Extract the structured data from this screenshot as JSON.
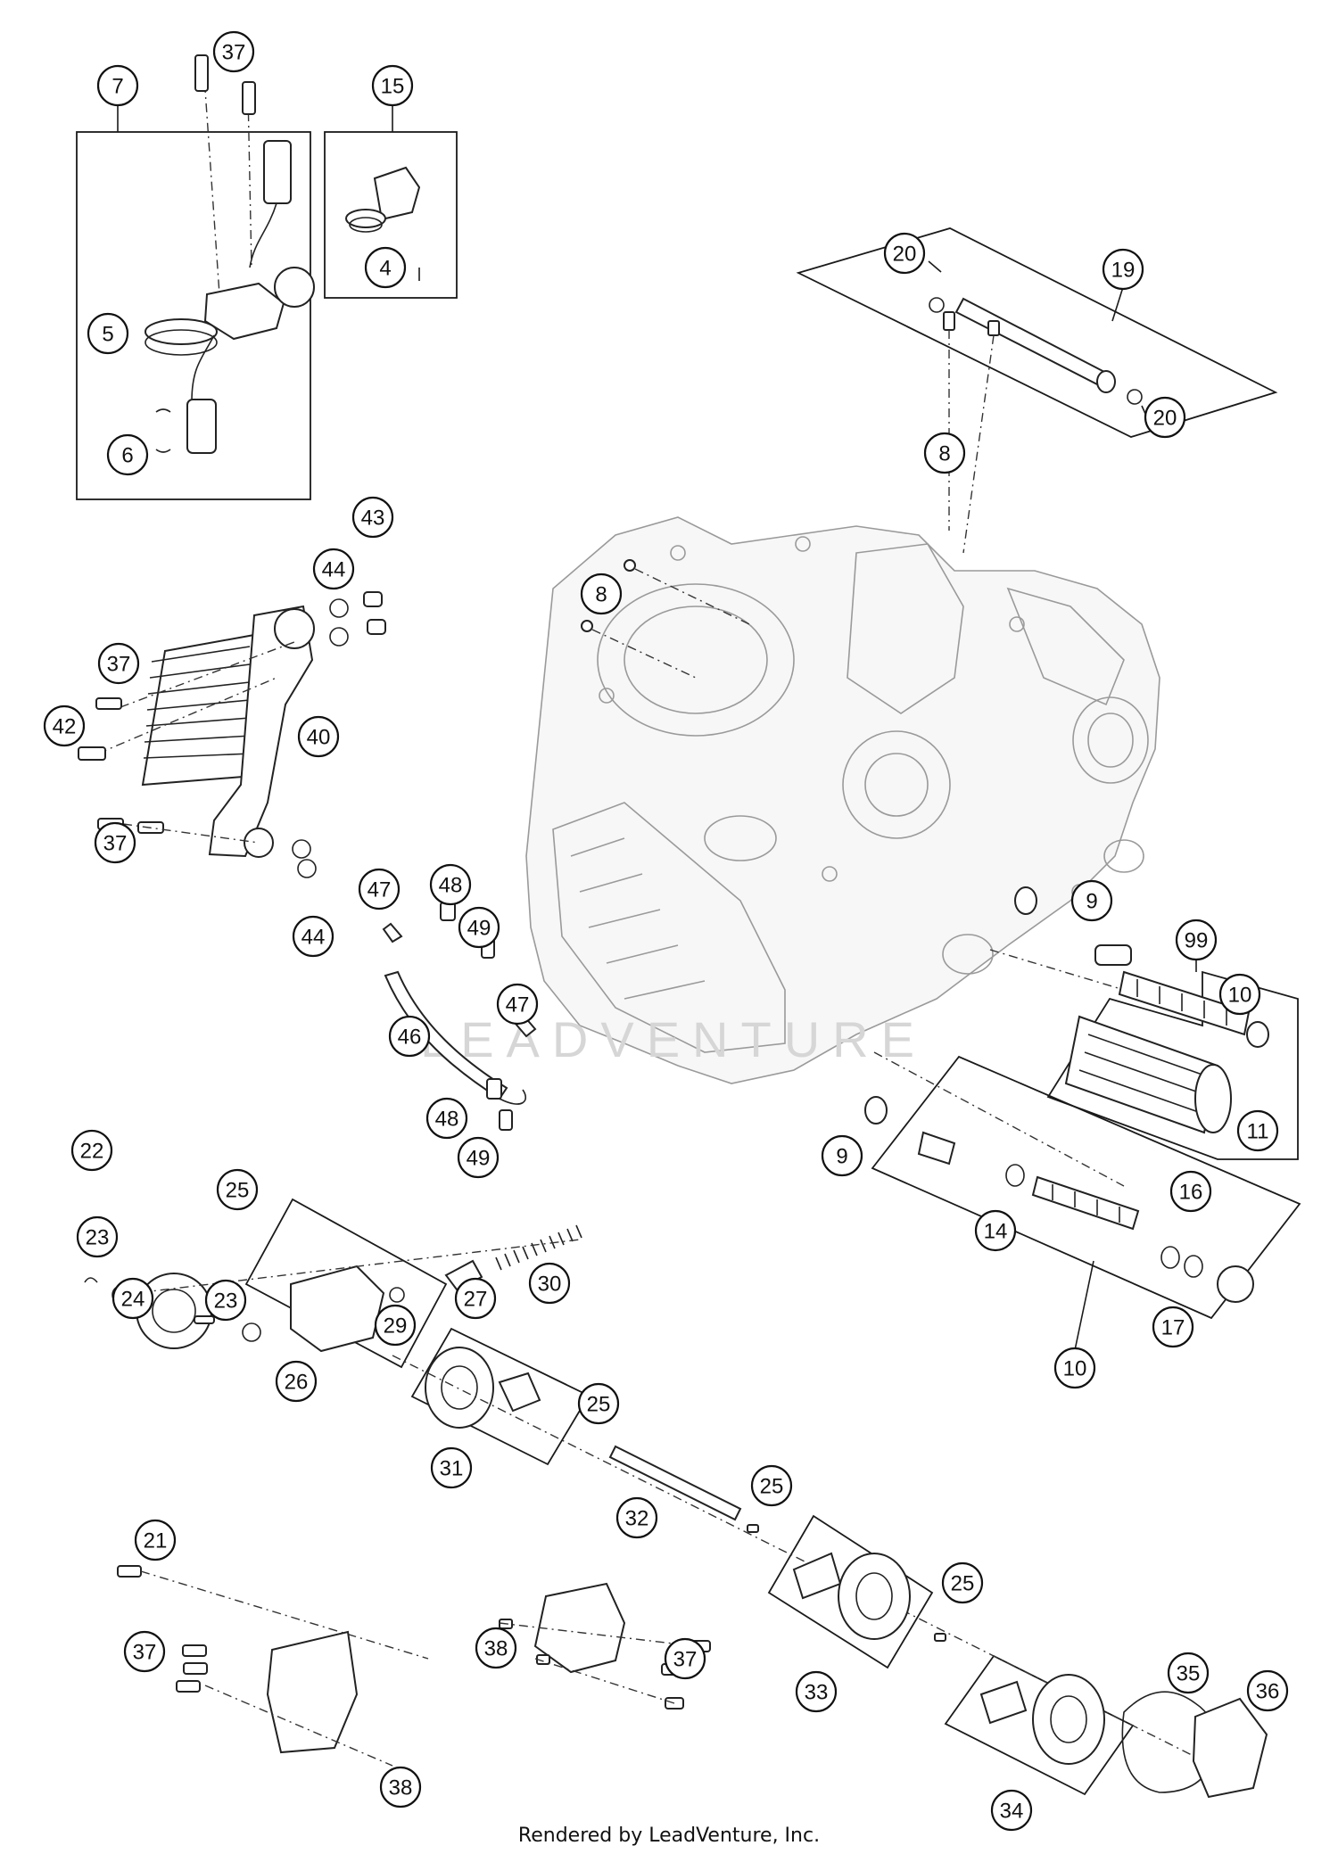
{
  "watermark": "LEADVENTURE",
  "footer": "Rendered by LeadVenture, Inc.",
  "callouts": [
    {
      "id": "7",
      "label": "7"
    },
    {
      "id": "37a",
      "label": "37"
    },
    {
      "id": "15",
      "label": "15"
    },
    {
      "id": "4",
      "label": "4"
    },
    {
      "id": "5",
      "label": "5"
    },
    {
      "id": "6",
      "label": "6"
    },
    {
      "id": "19",
      "label": "19"
    },
    {
      "id": "20a",
      "label": "20"
    },
    {
      "id": "20b",
      "label": "20"
    },
    {
      "id": "8a",
      "label": "8"
    },
    {
      "id": "8b",
      "label": "8"
    },
    {
      "id": "44a",
      "label": "44"
    },
    {
      "id": "43",
      "label": "43"
    },
    {
      "id": "37b",
      "label": "37"
    },
    {
      "id": "42",
      "label": "42"
    },
    {
      "id": "40",
      "label": "40"
    },
    {
      "id": "37c",
      "label": "37"
    },
    {
      "id": "44b",
      "label": "44"
    },
    {
      "id": "47a",
      "label": "47"
    },
    {
      "id": "48a",
      "label": "48"
    },
    {
      "id": "49a",
      "label": "49"
    },
    {
      "id": "46",
      "label": "46"
    },
    {
      "id": "47b",
      "label": "47"
    },
    {
      "id": "48b",
      "label": "48"
    },
    {
      "id": "49b",
      "label": "49"
    },
    {
      "id": "9a",
      "label": "9"
    },
    {
      "id": "99",
      "label": "99"
    },
    {
      "id": "10a",
      "label": "10"
    },
    {
      "id": "11",
      "label": "11"
    },
    {
      "id": "9b",
      "label": "9"
    },
    {
      "id": "14",
      "label": "14"
    },
    {
      "id": "16",
      "label": "16"
    },
    {
      "id": "17",
      "label": "17"
    },
    {
      "id": "10b",
      "label": "10"
    },
    {
      "id": "22",
      "label": "22"
    },
    {
      "id": "23a",
      "label": "23"
    },
    {
      "id": "25a",
      "label": "25"
    },
    {
      "id": "24",
      "label": "24"
    },
    {
      "id": "23b",
      "label": "23"
    },
    {
      "id": "27",
      "label": "27"
    },
    {
      "id": "30",
      "label": "30"
    },
    {
      "id": "29",
      "label": "29"
    },
    {
      "id": "26",
      "label": "26"
    },
    {
      "id": "25b",
      "label": "25"
    },
    {
      "id": "31",
      "label": "31"
    },
    {
      "id": "32",
      "label": "32"
    },
    {
      "id": "25c",
      "label": "25"
    },
    {
      "id": "21",
      "label": "21"
    },
    {
      "id": "37d",
      "label": "37"
    },
    {
      "id": "38a",
      "label": "38"
    },
    {
      "id": "37e",
      "label": "37"
    },
    {
      "id": "33",
      "label": "33"
    },
    {
      "id": "25d",
      "label": "25"
    },
    {
      "id": "35",
      "label": "35"
    },
    {
      "id": "36",
      "label": "36"
    },
    {
      "id": "34",
      "label": "34"
    },
    {
      "id": "38b",
      "label": "38"
    }
  ]
}
